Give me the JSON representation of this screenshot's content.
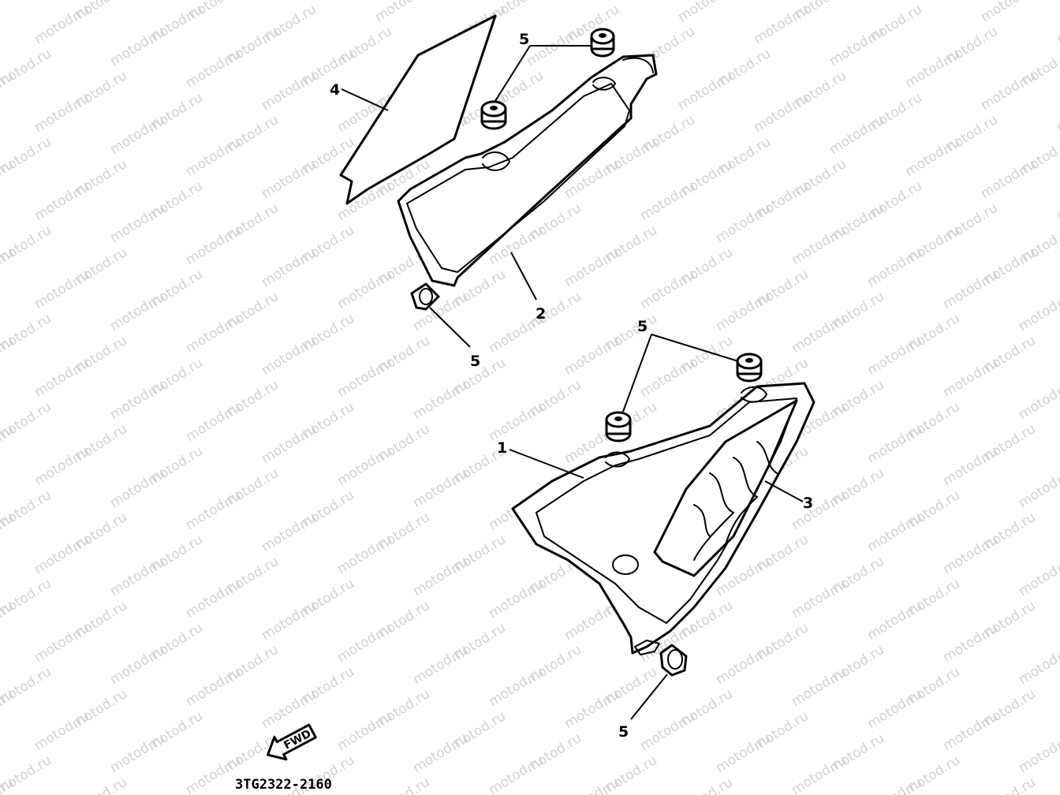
{
  "watermark": "motod.ru",
  "diagram_code": "3TG2322-2160",
  "direction_arrow_label": "FWD",
  "callouts": {
    "emblem": "4",
    "left_cover": "2",
    "right_cover": "1",
    "right_emblem": "3",
    "grommet_top_left": "5",
    "grommet_bottom_left": "5",
    "grommet_top_right": "5",
    "grommet_bottom_right": "5"
  }
}
